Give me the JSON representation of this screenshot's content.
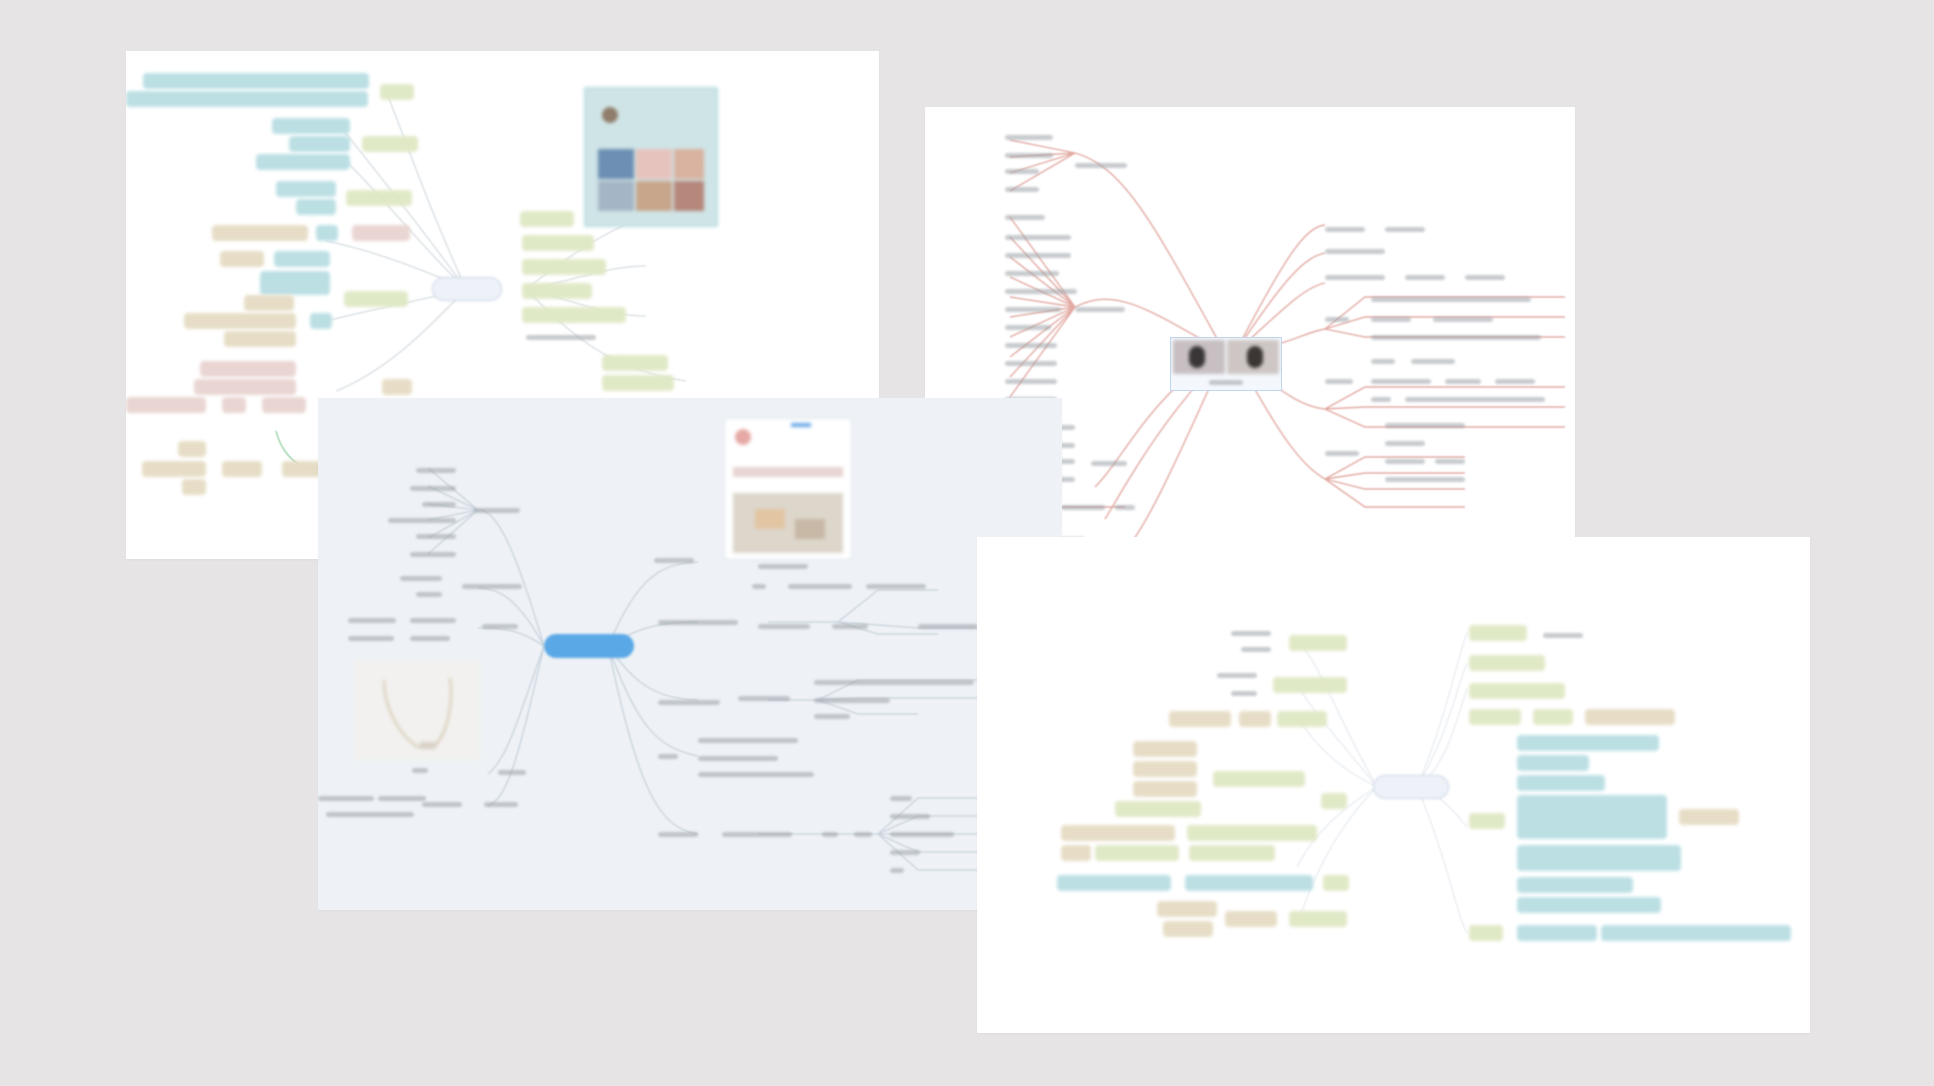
{
  "cards": [
    {
      "name": "mindmap-card-top-left"
    },
    {
      "name": "mindmap-card-top-right"
    },
    {
      "name": "mindmap-card-center"
    },
    {
      "name": "mindmap-card-bottom-right"
    }
  ],
  "colors": {
    "background": "#e6e4e5",
    "card": "#ffffff",
    "card_center": "#eef2f6",
    "node_blue": "#b9dee3",
    "node_green": "#dfe8c4",
    "node_tan": "#e6dcc4",
    "node_rose": "#e8d4d0",
    "center_pill_blue": "#5ba8e6",
    "link_rose": "#e2aaa3",
    "link_gray": "#c9d2dc"
  }
}
